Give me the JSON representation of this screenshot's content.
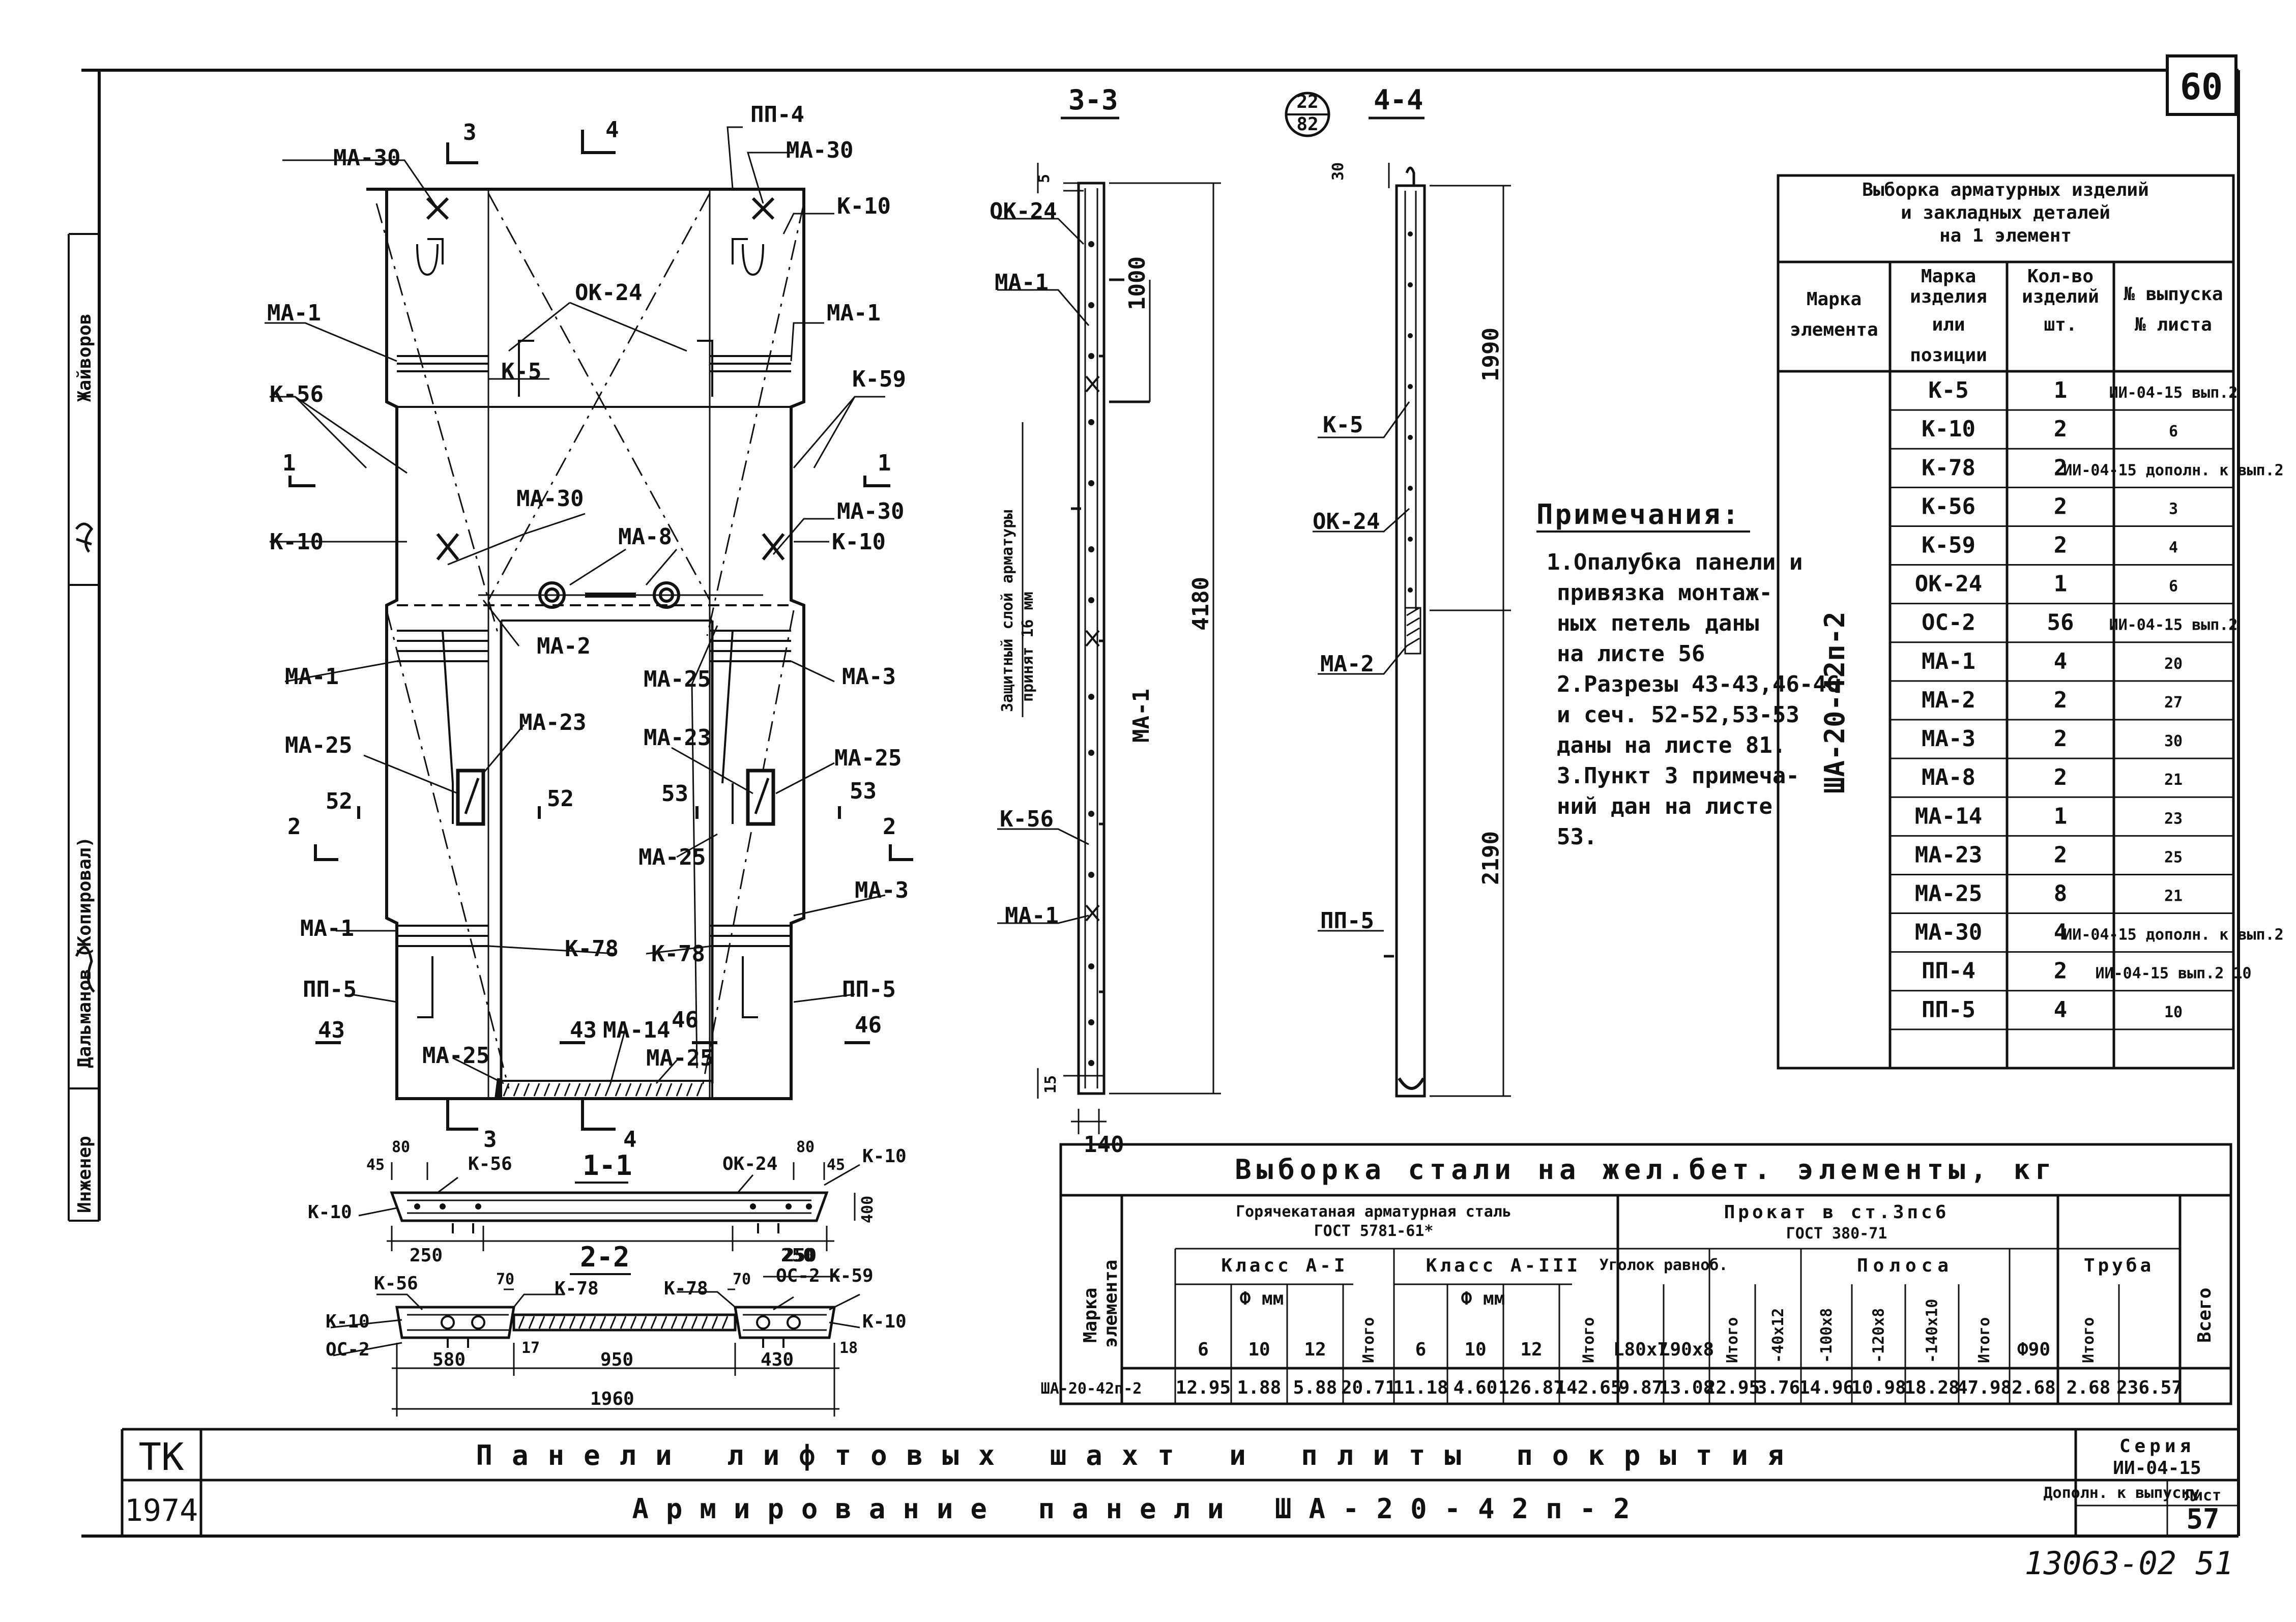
{
  "sheet": {
    "page_number": "60",
    "footer_number": "13063-02  51",
    "side_stamps": [
      "Инженер",
      "Дальманов (Копировал)",
      "Жайворов"
    ]
  },
  "views": {
    "section_3_3": "3-3",
    "section_4_4": "4-4",
    "section_1_1": "1-1",
    "section_2_2": "2-2",
    "detail_ref_top": "22",
    "detail_ref_bottom": "82"
  },
  "plan_labels": {
    "cut3_top": "3",
    "cut4_top": "4",
    "cut3_bot": "3",
    "cut4_bot": "4",
    "pp4": "ПП-4",
    "ma30_tl": "МА-30",
    "ma30_tr": "МА-30",
    "k10_tr": "К-10",
    "ma1_l": "МА-1",
    "ma1_r": "МА-1",
    "ok24": "ОК-24",
    "k5": "К-5",
    "k56": "К-56",
    "k59": "К-59",
    "cut1_l": "1",
    "cut1_r": "1",
    "k10_l": "К-10",
    "k10_r": "К-10",
    "ma30_cl": "МА-30",
    "ma30_cr": "МА-30",
    "ma8": "МА-8",
    "ma2": "МА-2",
    "ma1_l2": "МА-1",
    "ma25_c": "МА-25",
    "ma3_r": "МА-3",
    "ma25_l": "МА-25",
    "ma23_l": "МА-23",
    "ma23_r": "МА-23",
    "ma25_r": "МА-25",
    "cut2_l": "2",
    "cut52_l": "52",
    "cut52_c": "52",
    "cut53_c": "53",
    "cut53_r": "53",
    "cut2_r": "2",
    "ma25_c2": "МА-25",
    "ma3_r2": "МА-3",
    "ma1_l3": "МА-1",
    "k78_l": "К-78",
    "k78_r": "К-78",
    "pp5_l": "ПП-5",
    "pp5_r": "ПП-5",
    "cut43_l": "43",
    "cut43_c": "43",
    "ma14": "МА-14",
    "cut46_c": "46",
    "cut46_r": "46",
    "ma25_bl": "МА-25",
    "ma25_bc": "МА-25"
  },
  "section33": {
    "ok24": "ОК-24",
    "ma1_top": "МА-1",
    "k56": "К-56",
    "ma1_bot": "МА-1",
    "ma1_vert": "МА-1",
    "dim_top": "5",
    "dim_1000": "1000",
    "dim_4180": "4180",
    "dim_bot": "15",
    "dim_140": "140",
    "protect_1": "Защитный слой арматуры",
    "protect_2": "принят 16 мм"
  },
  "section44": {
    "k5": "К-5",
    "ok24": "ОК-24",
    "ma2": "МА-2",
    "pp5": "ПП-5",
    "dim_30": "30",
    "dim_1990": "1990",
    "dim_2190": "2190"
  },
  "notes": {
    "title": "Примечания:",
    "lines": [
      "1.Опалубка панели и",
      "привязка монтаж-",
      "ных петель даны",
      "на листе 56",
      "2.Разрезы 43-43,46-46",
      "и сеч. 52-52,53-53",
      "даны на листе 81.",
      "3.Пункт 3 примеча-",
      "ний дан на листе",
      "53."
    ]
  },
  "parts_table": {
    "title": [
      "Выборка арматурных изделий",
      "и закладных деталей",
      "на 1 элемент"
    ],
    "headers": {
      "element": [
        "Марка",
        "элемента"
      ],
      "item": [
        "Марка",
        "изделия",
        "или",
        "позиции"
      ],
      "qty": [
        "Кол-во",
        "изделий",
        "шт."
      ],
      "issue": [
        "№ выпуска",
        "№ листа"
      ]
    },
    "element_mark": "ША-20-42п-2",
    "rows": [
      {
        "item": "К-5",
        "qty": "1",
        "ref": "ИИ-04-15 вып.2"
      },
      {
        "item": "К-10",
        "qty": "2",
        "ref": "6"
      },
      {
        "item": "К-78",
        "qty": "2",
        "ref": "ИИ-04-15 дополн. к вып.2"
      },
      {
        "item": "К-56",
        "qty": "2",
        "ref": "3"
      },
      {
        "item": "К-59",
        "qty": "2",
        "ref": "4"
      },
      {
        "item": "ОК-24",
        "qty": "1",
        "ref": "6"
      },
      {
        "item": "ОС-2",
        "qty": "56",
        "ref": "ИИ-04-15 вып.2"
      },
      {
        "item": "МА-1",
        "qty": "4",
        "ref": "20"
      },
      {
        "item": "МА-2",
        "qty": "2",
        "ref": "27"
      },
      {
        "item": "МА-3",
        "qty": "2",
        "ref": "30"
      },
      {
        "item": "МА-8",
        "qty": "2",
        "ref": "21"
      },
      {
        "item": "МА-14",
        "qty": "1",
        "ref": "23"
      },
      {
        "item": "МА-23",
        "qty": "2",
        "ref": "25"
      },
      {
        "item": "МА-25",
        "qty": "8",
        "ref": "21"
      },
      {
        "item": "МА-30",
        "qty": "4",
        "ref": "ИИ-04-15 дополн. к вып.2"
      },
      {
        "item": "ПП-4",
        "qty": "2",
        "ref": "ИИ-04-15 вып.2 10"
      },
      {
        "item": "ПП-5",
        "qty": "4",
        "ref": "10"
      }
    ]
  },
  "steel_table": {
    "title": "Выборка стали на жел.бет. элементы, кг",
    "mark_header": [
      "Марка",
      "элемента"
    ],
    "hot_rolled": [
      "Горячекатаная арматурная сталь",
      "ГОСТ 5781-61*"
    ],
    "rolled": [
      "Прокат в ст.3пс6",
      "ГОСТ 380-71"
    ],
    "class1": "Класс А-I",
    "class3": "Класс А-III",
    "diam": "Ф мм",
    "angle": "Уголок равноб.",
    "strip": "Полоса",
    "pipe": "Труба",
    "total_all": "Всего",
    "total": "Итого",
    "subheaders": [
      "6",
      "10",
      "12",
      "Итого",
      "6",
      "10",
      "12",
      "Итого",
      "L80x7",
      "L90x8",
      "Итого",
      "-40x12",
      "-100x8",
      "-120x8",
      "-140x10",
      "Итого",
      "Ф90",
      "Итого"
    ],
    "row": [
      "ША-20-42п-2",
      "12.95",
      "1.88",
      "5.88",
      "20.71",
      "11.18",
      "4.60",
      "126.87",
      "142.65",
      "9.87",
      "13.08",
      "22.95",
      "3.76",
      "14.96",
      "10.98",
      "18.28",
      "47.98",
      "2.68",
      "2.68",
      "236.57"
    ]
  },
  "sec11_labels": {
    "k56": "К-56",
    "ok24": "ОК-24",
    "k10_l": "К-10",
    "k10_r": "К-10",
    "d80_l": "80",
    "d45_l": "45",
    "d80_r": "80",
    "d45_r": "45",
    "d400": "400",
    "d250_l": "250",
    "d250_r": "250"
  },
  "sec22_labels": {
    "k56": "К-56",
    "k78_l": "К-78",
    "k78_r": "К-78",
    "oc2_r": "ОС-2",
    "k59": "К-59",
    "k10_l": "К-10",
    "oc2_l": "ОС-2",
    "k10_r": "К-10",
    "d70_l": "70",
    "d70_r": "70",
    "d250": "250",
    "d580": "580",
    "d950": "950",
    "d430": "430",
    "d1960": "1960",
    "d17": "17",
    "d18": "18"
  },
  "title_block": {
    "org": "ТК",
    "year": "1974",
    "title_1": "Панели лифтовых шахт и плиты покрытия",
    "title_2": "Армирование панели ША-20-42п-2",
    "series_label": "Серия",
    "series_value": "ИИ-04-15",
    "issue_label": "Дополн. к выпуску",
    "sheet_label": "Лист",
    "sheet_value": "57"
  }
}
